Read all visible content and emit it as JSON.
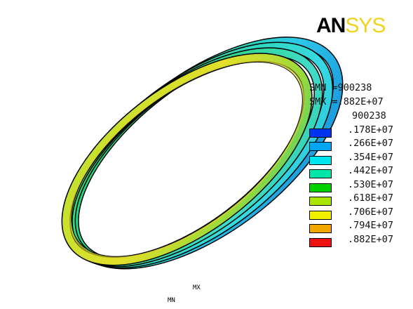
{
  "logo": {
    "part1": "AN",
    "part2": "SYS",
    "color2": "#f2d21c"
  },
  "stats": {
    "smn": "SMN =900238",
    "smx": "SMX =.882E+07"
  },
  "markers": {
    "mx": "MX",
    "mn": "MN"
  },
  "legend": [
    {
      "value": "900238",
      "color": null
    },
    {
      "value": ".178E+07",
      "color": "#0033ee"
    },
    {
      "value": ".266E+07",
      "color": "#00a6f2"
    },
    {
      "value": ".354E+07",
      "color": "#00e6ee"
    },
    {
      "value": ".442E+07",
      "color": "#00e6a8"
    },
    {
      "value": ".530E+07",
      "color": "#00d200"
    },
    {
      "value": ".618E+07",
      "color": "#a8e600"
    },
    {
      "value": ".706E+07",
      "color": "#f0f000"
    },
    {
      "value": ".794E+07",
      "color": "#f2a800"
    },
    {
      "value": ".882E+07",
      "color": "#ee1111"
    }
  ]
}
